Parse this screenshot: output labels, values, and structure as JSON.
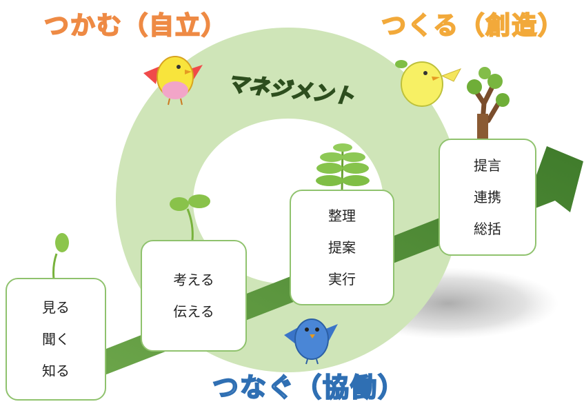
{
  "headings": {
    "tsukamu": "つかむ（自立）",
    "tsukuru": "つくる（創造）",
    "tsunagu": "つなぐ（協働）",
    "management": "マネジメント"
  },
  "steps": [
    {
      "lines": [
        "見る",
        "聞く",
        "知る"
      ]
    },
    {
      "lines": [
        "考える",
        "伝える"
      ]
    },
    {
      "lines": [
        "整理",
        "提案",
        "実行"
      ]
    },
    {
      "lines": [
        "提言",
        "連携",
        "総括"
      ]
    }
  ],
  "colors": {
    "ring": "#cfe5b8",
    "arrow": "#4e8a35",
    "box_border": "#8fc26d",
    "tsukamu": "#ee8a44",
    "tsukuru": "#f2a93a",
    "tsunagu": "#2f6fb3",
    "management": "#2d4e1e"
  },
  "icons": [
    "yellow-pink-bird-icon",
    "yellow-bird-icon",
    "blue-bird-icon",
    "sprout-icon",
    "seedling-icon",
    "leafy-plant-icon",
    "tree-icon"
  ]
}
